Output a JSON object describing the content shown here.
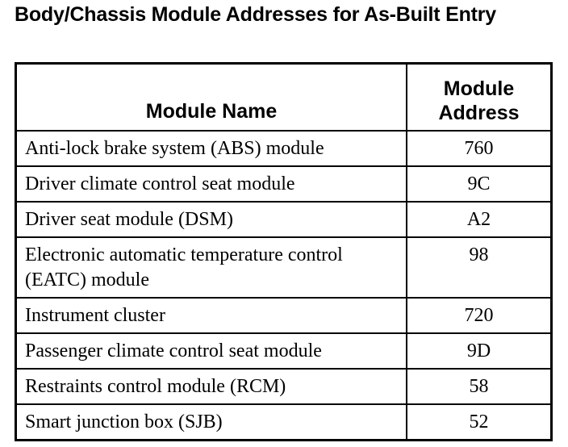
{
  "title": "Body/Chassis Module Addresses for As-Built Entry",
  "table": {
    "headers": {
      "name": "Module Name",
      "address_line1": "Module",
      "address_line2": "Address"
    },
    "rows": [
      {
        "name": "Anti-lock brake system (ABS) module",
        "address": "760"
      },
      {
        "name": "Driver climate control seat module",
        "address": "9C"
      },
      {
        "name": "Driver seat module (DSM)",
        "address": "A2"
      },
      {
        "name": "Electronic automatic temperature control (EATC) module",
        "address": "98"
      },
      {
        "name": "Instrument cluster",
        "address": "720"
      },
      {
        "name": "Passenger climate control seat module",
        "address": "9D"
      },
      {
        "name": "Restraints control module (RCM)",
        "address": "58"
      },
      {
        "name": "Smart junction box (SJB)",
        "address": "52"
      }
    ]
  }
}
